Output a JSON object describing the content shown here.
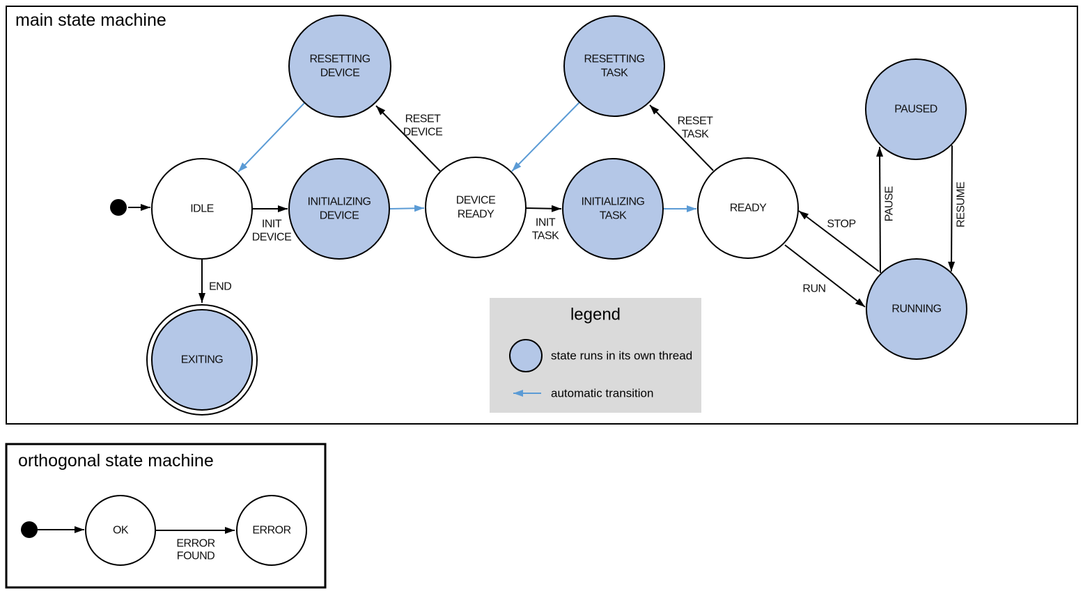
{
  "colors": {
    "thread_state_fill": "#b4c7e7",
    "auto_transition": "#5b9bd5",
    "legend_background": "#dadada"
  },
  "main": {
    "title": "main state machine",
    "states": {
      "idle": {
        "label": "IDLE"
      },
      "resetting_device": {
        "line1": "RESETTING",
        "line2": "DEVICE"
      },
      "initializing_device": {
        "line1": "INITIALIZING",
        "line2": "DEVICE"
      },
      "device_ready": {
        "line1": "DEVICE",
        "line2": "READY"
      },
      "resetting_task": {
        "line1": "RESETTING",
        "line2": "TASK"
      },
      "initializing_task": {
        "line1": "INITIALIZING",
        "line2": "TASK"
      },
      "ready": {
        "label": "READY"
      },
      "paused": {
        "label": "PAUSED"
      },
      "running": {
        "label": "RUNNING"
      },
      "exiting": {
        "label": "EXITING"
      }
    },
    "transitions": {
      "init_device": {
        "line1": "INIT",
        "line2": "DEVICE"
      },
      "reset_device": {
        "line1": "RESET",
        "line2": "DEVICE"
      },
      "init_task": {
        "line1": "INIT",
        "line2": "TASK"
      },
      "reset_task": {
        "line1": "RESET",
        "line2": "TASK"
      },
      "end": {
        "label": "END"
      },
      "run": {
        "label": "RUN"
      },
      "stop": {
        "label": "STOP"
      },
      "pause": {
        "label": "PAUSE"
      },
      "resume": {
        "label": "RESUME"
      }
    },
    "legend": {
      "title": "legend",
      "thread_item": "state runs in its own thread",
      "auto_item": "automatic transition"
    }
  },
  "orthogonal": {
    "title": "orthogonal state machine",
    "states": {
      "ok": {
        "label": "OK"
      },
      "error": {
        "label": "ERROR"
      }
    },
    "transitions": {
      "error_found": {
        "line1": "ERROR",
        "line2": "FOUND"
      }
    }
  }
}
